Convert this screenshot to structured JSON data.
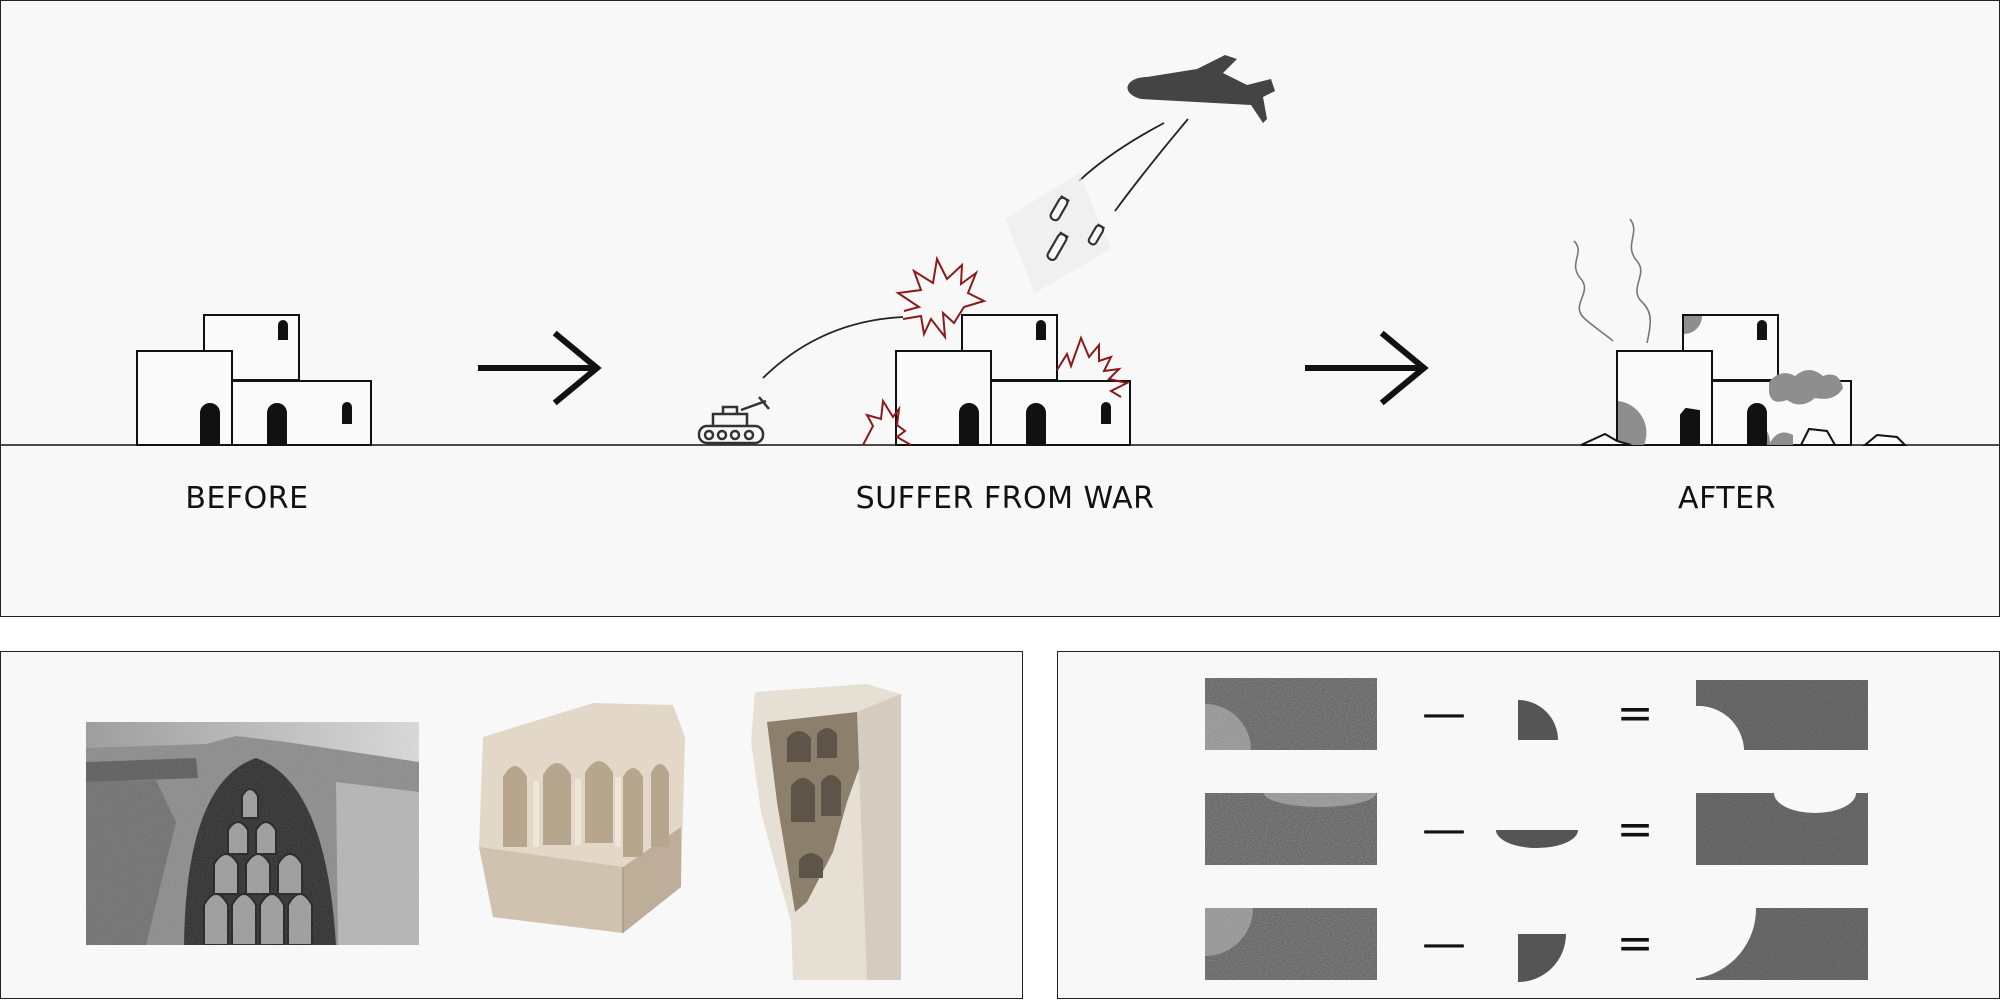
{
  "diagram": {
    "stages": [
      {
        "label": "BEFORE"
      },
      {
        "label": "SUFFER FROM WAR"
      },
      {
        "label": "AFTER"
      }
    ]
  },
  "subtraction": {
    "minus_symbol": "—",
    "equals_symbol": "="
  },
  "colors": {
    "stroke": "#111111",
    "explosion": "#8b1a1a",
    "plane": "#444444",
    "stone_gray": "#5a5a5a",
    "damage_gray": "#9a9a9a",
    "panel_bg": "#f8f8f8"
  }
}
